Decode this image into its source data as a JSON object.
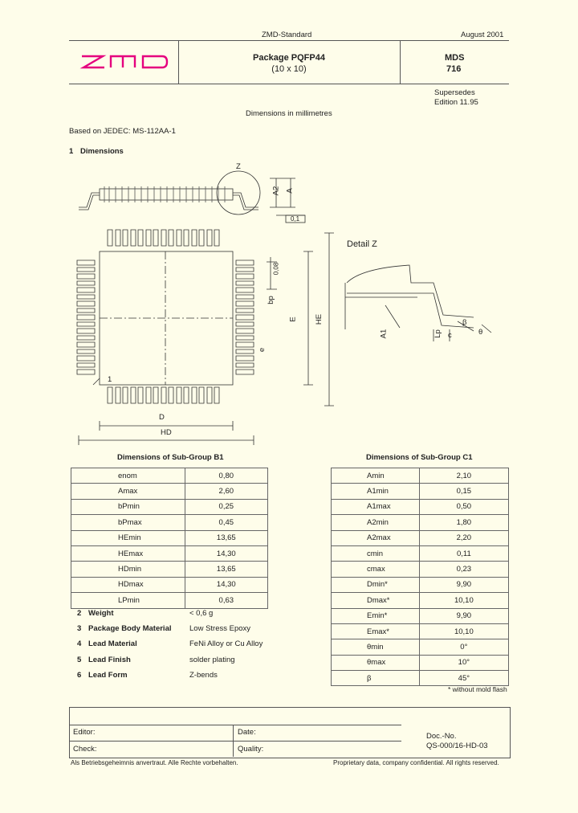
{
  "header": {
    "standard": "ZMD-Standard",
    "date": "August 2001",
    "logo_text": "zmd",
    "package_title": "Package PQFP44",
    "package_size": "(10 x 10)",
    "mds_label": "MDS",
    "mds_number": "716",
    "supersedes": "Supersedes",
    "edition": "Edition 11.95"
  },
  "units_note": "Dimensions in millimetres",
  "based_on": "Based on JEDEC: MS-112AA-1",
  "section1": {
    "num": "1",
    "title": "Dimensions"
  },
  "drawing_labels": {
    "z": "Z",
    "a2": "A2",
    "a": "A",
    "tolerance": "0,1",
    "detail_z": "Detail Z",
    "e_lead": "E",
    "he": "HE",
    "b": "bp",
    "e_pitch": "e",
    "m_box": "0,08",
    "d": "D",
    "hd": "HD",
    "pin1": "1",
    "a1": "A1",
    "lp": "Lp",
    "c": "c",
    "theta": "θ",
    "beta": "β"
  },
  "table_b1": {
    "title": "Dimensions of Sub-Group B1",
    "rows": [
      {
        "name": "enom",
        "value": "0,80"
      },
      {
        "name": "Amax",
        "value": "2,60"
      },
      {
        "name": "bPmin",
        "value": "0,25"
      },
      {
        "name": "bPmax",
        "value": "0,45"
      },
      {
        "name": "HEmin",
        "value": "13,65"
      },
      {
        "name": "HEmax",
        "value": "14,30"
      },
      {
        "name": "HDmin",
        "value": "13,65"
      },
      {
        "name": "HDmax",
        "value": "14,30"
      },
      {
        "name": "LPmin",
        "value": "0,63"
      }
    ]
  },
  "table_c1": {
    "title": "Dimensions of Sub-Group C1",
    "rows": [
      {
        "name": "Amin",
        "value": "2,10"
      },
      {
        "name": "A1min",
        "value": "0,15"
      },
      {
        "name": "A1max",
        "value": "0,50"
      },
      {
        "name": "A2min",
        "value": "1,80"
      },
      {
        "name": "A2max",
        "value": "2,20"
      },
      {
        "name": "cmin",
        "value": "0,11"
      },
      {
        "name": "cmax",
        "value": "0,23"
      },
      {
        "name": "Dmin*",
        "value": "9,90"
      },
      {
        "name": "Dmax*",
        "value": "10,10"
      },
      {
        "name": "Emin*",
        "value": "9,90"
      },
      {
        "name": "Emax*",
        "value": "10,10"
      },
      {
        "name": "θmin",
        "value": "0°"
      },
      {
        "name": "θmax",
        "value": "10°"
      },
      {
        "name": "β",
        "value": "45°"
      }
    ],
    "footnote": "* without mold flash"
  },
  "properties": [
    {
      "num": "2",
      "key": "Weight",
      "value": "< 0,6 g"
    },
    {
      "num": "3",
      "key": "Package Body Material",
      "value": "Low Stress Epoxy"
    },
    {
      "num": "4",
      "key": "Lead Material",
      "value": "FeNi Alloy or Cu Alloy"
    },
    {
      "num": "5",
      "key": "Lead Finish",
      "value": "solder plating"
    },
    {
      "num": "6",
      "key": "Lead Form",
      "value": "Z-bends"
    }
  ],
  "footer": {
    "editor": "Editor:",
    "date": "Date:",
    "check": "Check:",
    "quality": "Quality:",
    "doc_no_label": "Doc.-No.",
    "doc_no": "QS-000/16-HD-03",
    "left_notice": "Als Betriebsgeheimnis anvertraut. Alle Rechte vorbehalten.",
    "right_notice": "Proprietary data, company confidential. All rights reserved."
  },
  "colors": {
    "background": "#fefdea",
    "logo": "#e5007e",
    "ink": "#222222"
  }
}
